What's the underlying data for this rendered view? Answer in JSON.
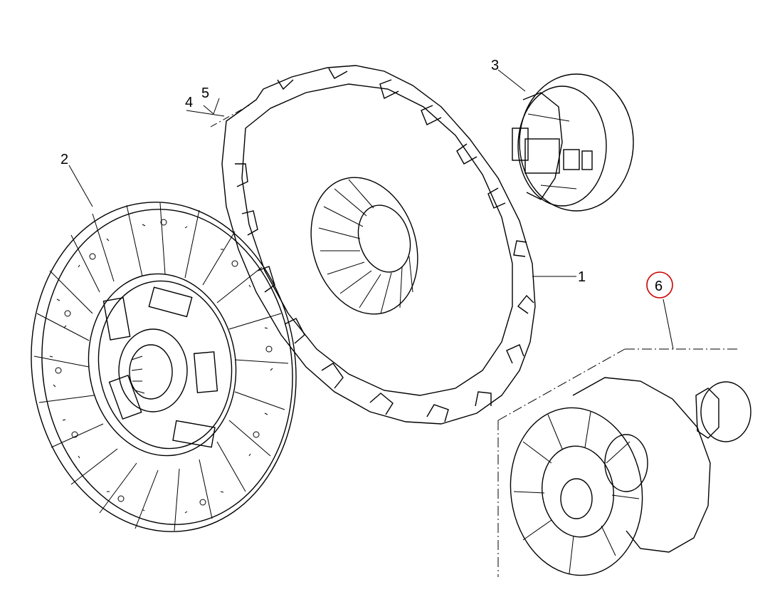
{
  "callouts": {
    "c1": "1",
    "c2": "2",
    "c3": "3",
    "c4": "4",
    "c5": "5",
    "c6": "6"
  },
  "highlight_color": "#cc0000"
}
